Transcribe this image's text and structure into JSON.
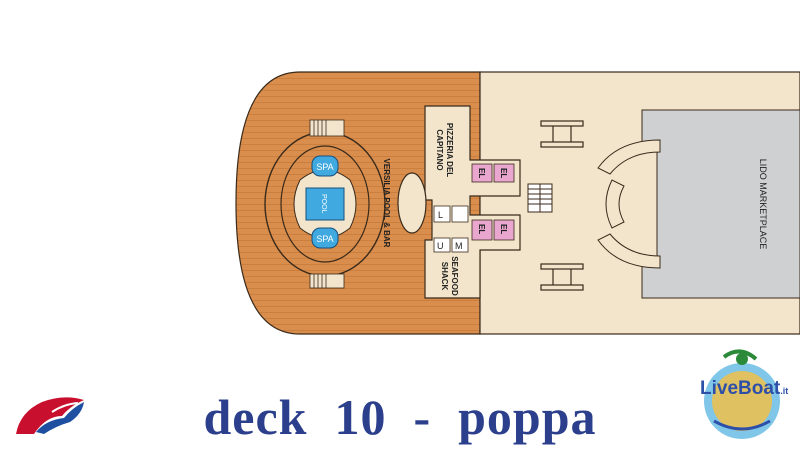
{
  "title": "deck  10  -  poppa",
  "areas": {
    "pizzeria": [
      "PIZZERIA DEL",
      "CAPITANO"
    ],
    "pool_bar": "VERSILIA POOL & BAR",
    "market": "LIDO MARKETPLACE",
    "seafood": [
      "SEAFOOD",
      "SHACK"
    ]
  },
  "amenities": {
    "spa_top": "SPA",
    "pool": "POOL",
    "spa_bottom": "SPA"
  },
  "codes": {
    "el": "EL",
    "l": "L",
    "m": "M",
    "u": "U"
  },
  "logos": {
    "liveboat": "LiveBoat",
    "liveboat_tld": ".it",
    "carnival": "carnival-funnel-logo"
  },
  "colors": {
    "deck_wood": "#d98e4e",
    "interior": "#f2e5cc",
    "market_grey": "#cfd0d2",
    "pool_blue": "#3fa9e0",
    "elevator_pink": "#e9a6cf",
    "caption_blue": "#2b3f8c"
  }
}
